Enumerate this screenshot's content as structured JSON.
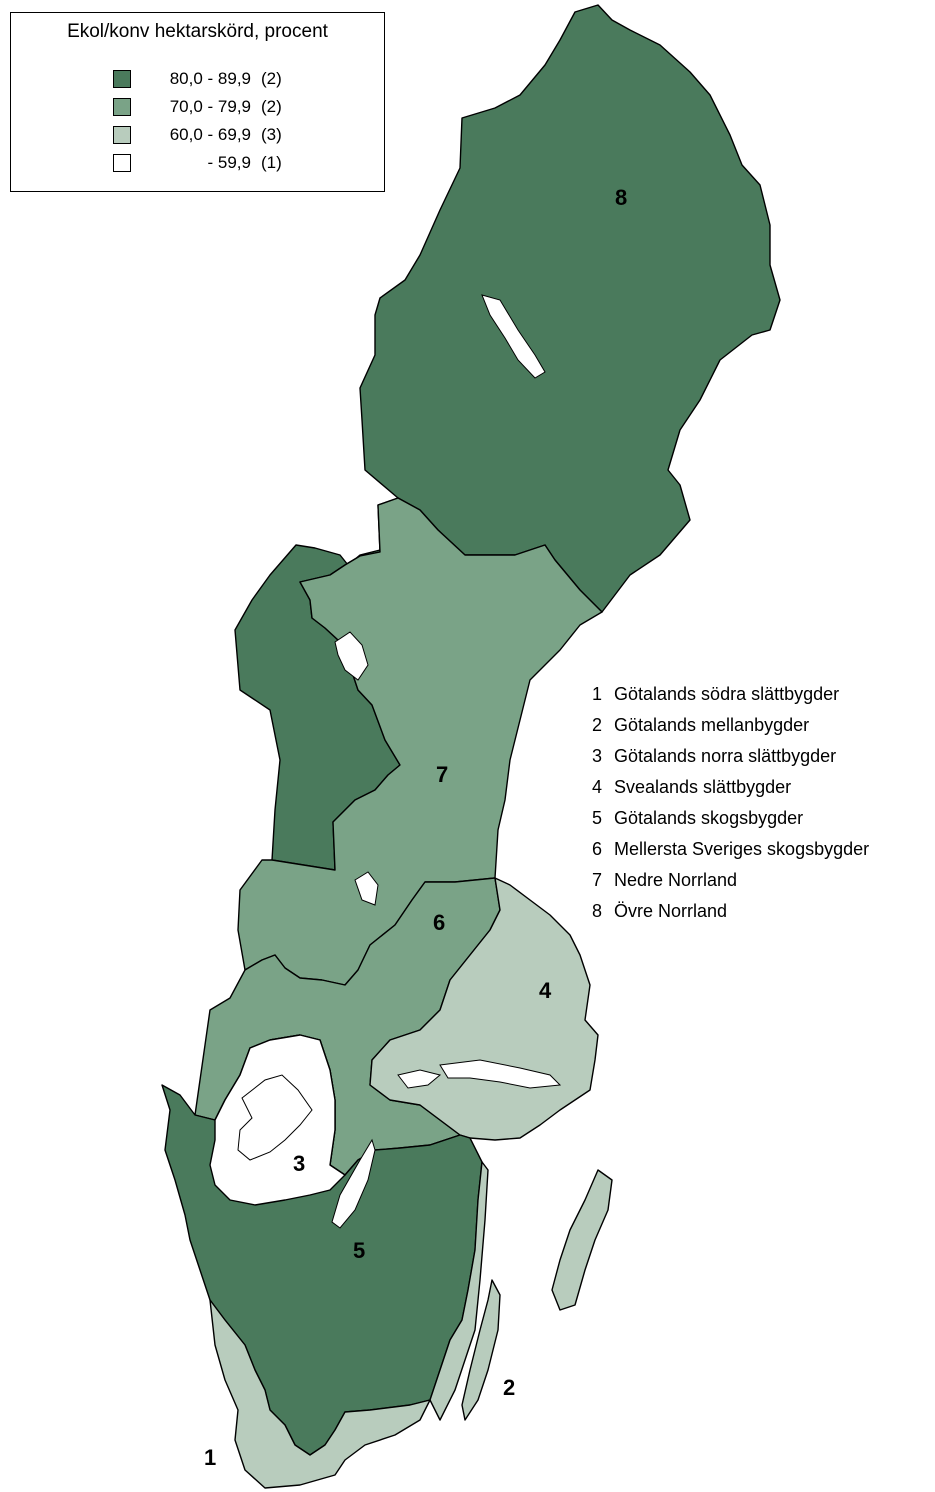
{
  "legend": {
    "title": "Ekol/konv hektarskörd, procent",
    "classes": [
      {
        "range": "80,0 - 89,9",
        "count": "(2)",
        "color": "#4a7a5c"
      },
      {
        "range": "70,0 - 79,9",
        "count": "(2)",
        "color": "#7aa387"
      },
      {
        "range": "60,0 - 69,9",
        "count": "(3)",
        "color": "#b8ccbd"
      },
      {
        "range": "- 59,9",
        "count": "(1)",
        "color": "#ffffff"
      }
    ]
  },
  "regions": [
    {
      "number": "1",
      "name": "Götalands södra slättbygder"
    },
    {
      "number": "2",
      "name": "Götalands mellanbygder"
    },
    {
      "number": "3",
      "name": "Götalands norra slättbygder"
    },
    {
      "number": "4",
      "name": "Svealands slättbygder"
    },
    {
      "number": "5",
      "name": "Götalands skogsbygder"
    },
    {
      "number": "6",
      "name": "Mellersta Sveriges skogsbygder"
    },
    {
      "number": "7",
      "name": "Nedre Norrland"
    },
    {
      "number": "8",
      "name": "Övre Norrland"
    }
  ]
}
